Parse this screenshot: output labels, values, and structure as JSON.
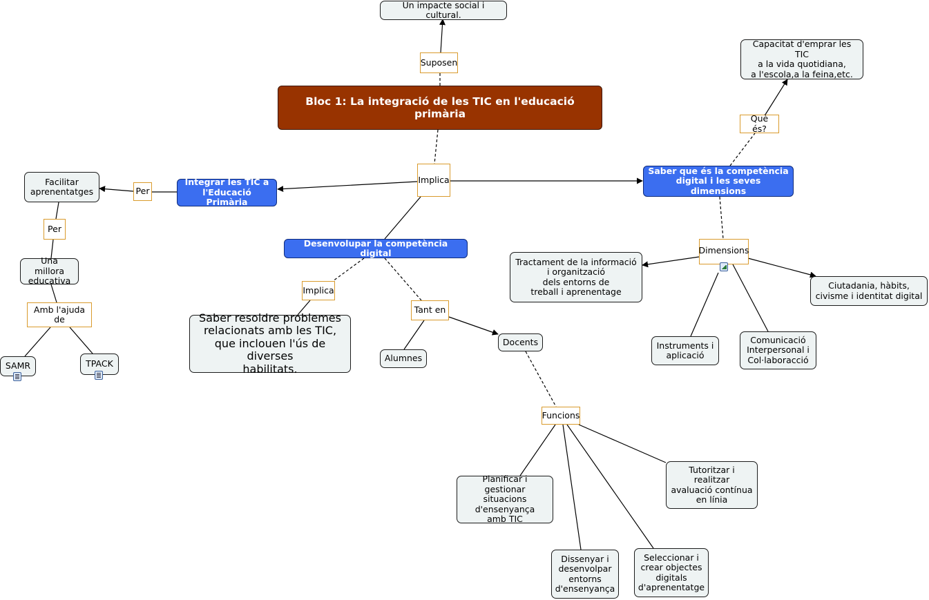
{
  "title": "Bloc 1: La integració de les TIC en l'educació primària",
  "colors": {
    "main_node": "#983300",
    "highlight_node": "#3b6ef0",
    "concept_fill": "#eef3f3",
    "linking_phrase_border": "#d99a2b"
  },
  "nodes": {
    "impacte": "Un impacte social i cultural.",
    "suposen": "Suposen",
    "implica_main": "Implica",
    "integrar": "Integrar les TIC a\nl'Educació Primària",
    "per1": "Per",
    "facilitar": "Facilitar\naprenentatges",
    "per2": "Per",
    "millora": "Una millora\neducativa",
    "ajuda": "Amb l'ajuda de",
    "samr": "SAMR",
    "tpack": "TPACK",
    "desenvolupar": "Desenvolupar la competència digital",
    "implica2": "Implica",
    "resoldre": "Saber resoldre problemes\nrelacionats amb les TIC,\nque inclouen l'ús de diverses\nhabilitats.",
    "tant_en": "Tant en",
    "alumnes": "Alumnes",
    "docents": "Docents",
    "funcions": "Funcions",
    "planificar": "Planificar i gestionar\nsituacions\nd'ensenyança\namb TIC",
    "dissenyar": "Dissenyar i\ndesenvolpar\nentorns\nd'ensenyança",
    "seleccionar": "Seleccionar i\ncrear objectes\ndigitals\nd'aprenentatge",
    "tutoritzar": "Tutoritzar i\nrealitzar\navaluació contínua\nen línia",
    "saber_que": "Saber que és la competència\ndigital i les seves dimensions",
    "que_es": "Què és?",
    "capacitat": "Capacitat d'emprar les TIC\na la vida quotidiana,\na l'escola,a la feina,etc.",
    "dimensions": "Dimensions",
    "tractament": "Tractament de la informació\ni organització\ndels entorns de\ntreball i aprenentage",
    "ciutadania": "Ciutadania, hàbits,\ncivisme i identitat digital",
    "instruments": "Instruments i\naplicació",
    "comunicacio": "Comunicació\nInterpersonal i\nCol·laboracció"
  }
}
